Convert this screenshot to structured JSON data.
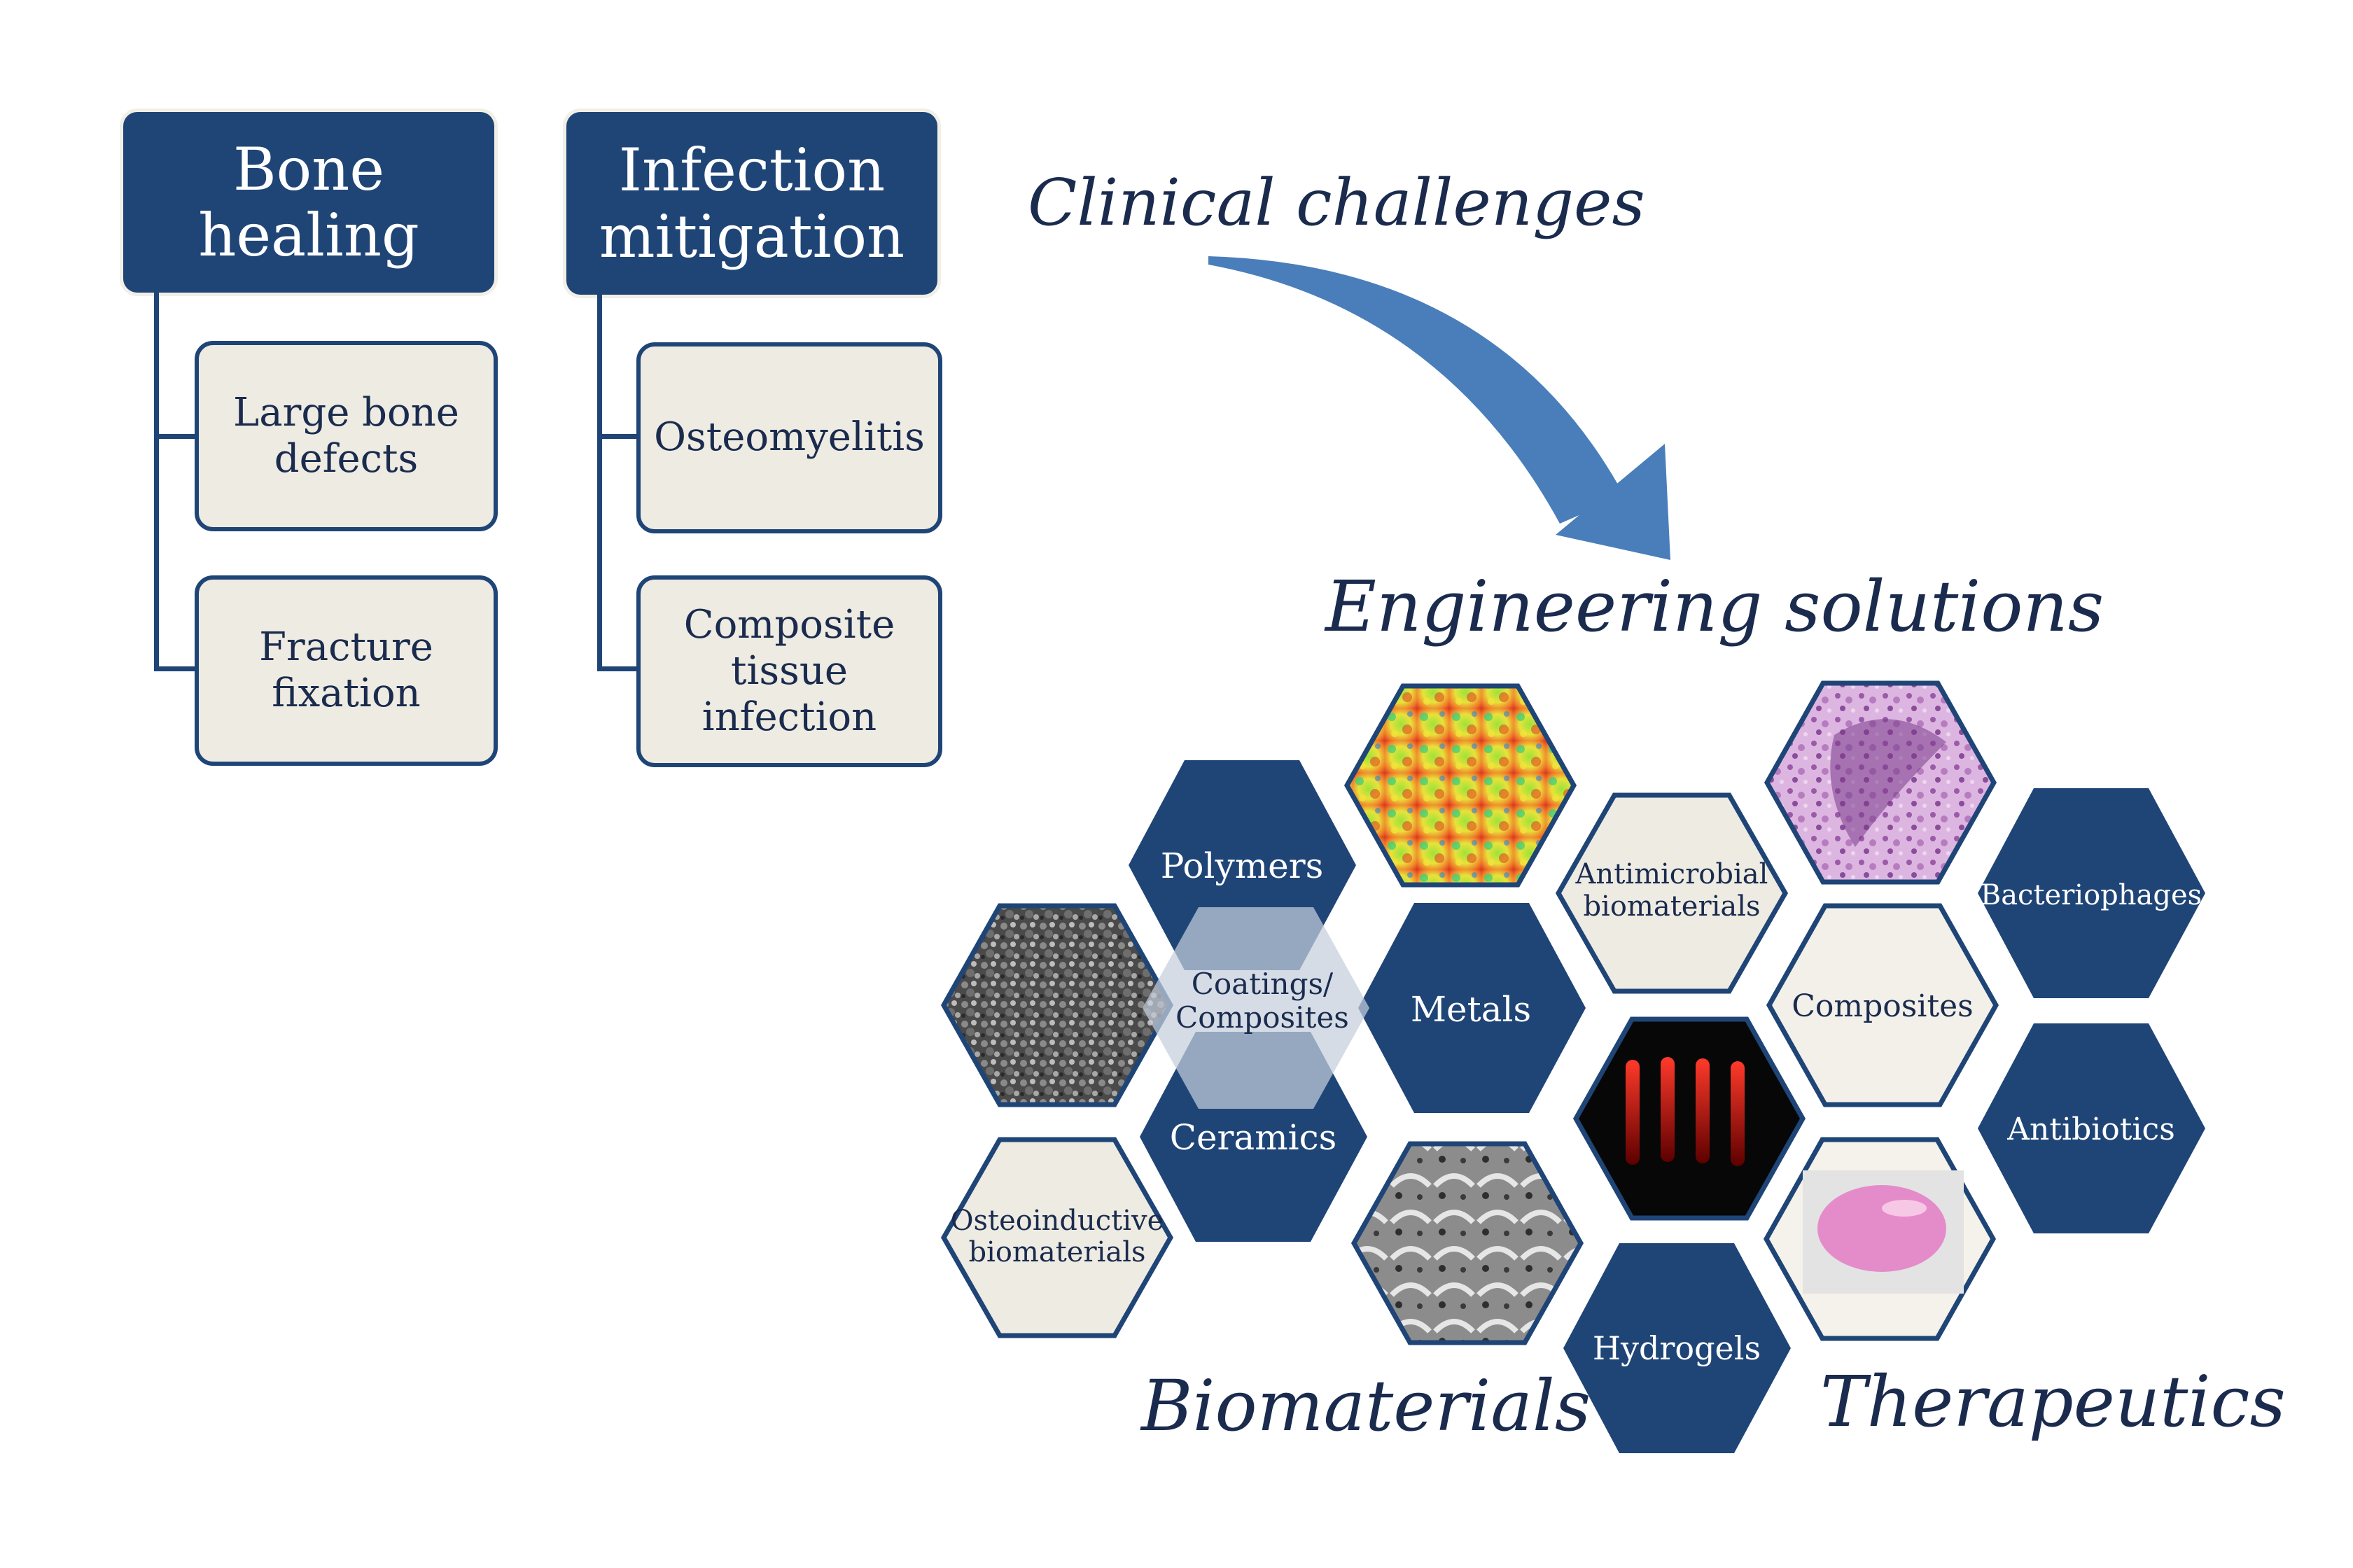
{
  "challenges": {
    "bone_healing": {
      "title_lines": [
        "Bone",
        "healing"
      ],
      "items": [
        {
          "lines": [
            "Large bone",
            "defects"
          ]
        },
        {
          "lines": [
            "Fracture",
            "fixation"
          ]
        }
      ]
    },
    "infection_mitigation": {
      "title_lines": [
        "Infection",
        "mitigation"
      ],
      "items": [
        {
          "lines": [
            "Osteomyelitis"
          ]
        },
        {
          "lines": [
            "Composite",
            "tissue",
            "infection"
          ]
        }
      ]
    }
  },
  "labels": {
    "clinical_challenges": "Clinical challenges",
    "engineering_solutions": "Engineering solutions",
    "biomaterials": "Biomaterials",
    "therapeutics": "Therapeutics"
  },
  "hexagons": {
    "polymers": {
      "lines": [
        "Polymers"
      ]
    },
    "coatings": {
      "lines": [
        "Coatings/",
        "Composites"
      ]
    },
    "metals": {
      "lines": [
        "Metals"
      ]
    },
    "ceramics": {
      "lines": [
        "Ceramics"
      ]
    },
    "osteoinductive": {
      "lines": [
        "Osteoinductive",
        "biomaterials"
      ]
    },
    "antimicrobial": {
      "lines": [
        "Antimicrobial",
        "biomaterials"
      ]
    },
    "composites": {
      "lines": [
        "Composites"
      ]
    },
    "bacteriophages": {
      "lines": [
        "Bacteriophages"
      ]
    },
    "antibiotics": {
      "lines": [
        "Antibiotics"
      ]
    },
    "hydrogels": {
      "lines": [
        "Hydrogels"
      ]
    },
    "image_sem": {
      "image": "sem-micrograph"
    },
    "image_heatmap": {
      "image": "heatmap-map"
    },
    "image_histology": {
      "image": "histology-stain"
    },
    "image_fluorescence": {
      "image": "red-fluorescence"
    },
    "image_scaffold": {
      "image": "printed-scaffold"
    },
    "image_hydrogel": {
      "image": "pink-hydrogel"
    }
  },
  "colors": {
    "navy": "#1f4577",
    "cream": "#eeebe2",
    "text_dark": "#1a2b4e",
    "arrow": "#4a7ebb"
  }
}
